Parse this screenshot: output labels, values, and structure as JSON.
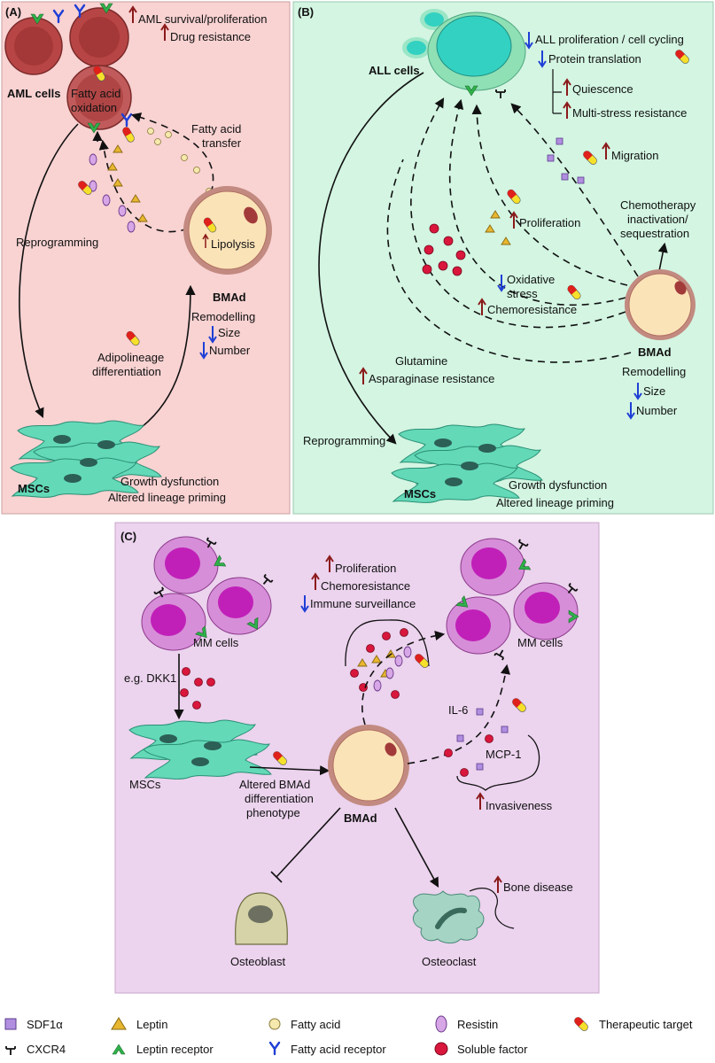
{
  "panel_a": {
    "label": "(A)",
    "aml_effect_1": "AML survival/proliferation",
    "aml_effect_2": "Drug resistance",
    "aml_cells": "AML cells",
    "fao_line1": "Fatty acid",
    "fao_line2": "oxidation",
    "fa_transfer_1": "Fatty acid",
    "fa_transfer_2": "transfer",
    "reprogramming": "Reprogramming",
    "lipolysis": "Lipolysis",
    "bmad": "BMAd",
    "remodelling": "Remodelling",
    "size": "Size",
    "number": "Number",
    "adipo_1": "Adipolineage",
    "adipo_2": "differentiation",
    "mscs": "MSCs",
    "growth_1": "Growth dysfunction",
    "growth_2": "Altered lineage priming"
  },
  "panel_b": {
    "label": "(B)",
    "all_cells": "ALL cells",
    "effect_1": "ALL proliferation / cell cycling",
    "effect_2": "Protein translation",
    "effect_3": "Quiescence",
    "effect_4": "Multi-stress resistance",
    "migration": "Migration",
    "chemo_1": "Chemotherapy",
    "chemo_2": "inactivation/",
    "chemo_3": "sequestration",
    "proliferation": "Proliferation",
    "oxidative_1": "Oxidative",
    "oxidative_2": "stress",
    "chemoresistance": "Chemoresistance",
    "bmad": "BMAd",
    "remodelling": "Remodelling",
    "size": "Size",
    "number": "Number",
    "glutamine": "Glutamine",
    "asparaginase": "Asparaginase resistance",
    "reprogramming": "Reprogramming",
    "mscs": "MSCs",
    "growth_1": "Growth dysfunction",
    "growth_2": "Altered lineage priming"
  },
  "panel_c": {
    "label": "(C)",
    "mm_cells_left": "MM cells",
    "dkk1": "e.g. DKK1",
    "mscs": "MSCs",
    "altered_1": "Altered BMAd",
    "altered_2": "differentiation",
    "altered_3": "phenotype",
    "bmad": "BMAd",
    "effect_1": "Proliferation",
    "effect_2": "Chemoresistance",
    "effect_3": "Immune surveillance",
    "mm_cells_right": "MM cells",
    "il6": "IL-6",
    "mcp1": "MCP-1",
    "invasiveness": "Invasiveness",
    "bone_disease": "Bone disease",
    "osteoblast": "Osteoblast",
    "osteoclast": "Osteoclast"
  },
  "legend": {
    "sdf1a": "SDF1α",
    "cxcr4": "CXCR4",
    "leptin": "Leptin",
    "leptin_receptor": "Leptin receptor",
    "fatty_acid": "Fatty acid",
    "fatty_acid_receptor": "Fatty acid receptor",
    "resistin": "Resistin",
    "soluble_factor": "Soluble factor",
    "therapeutic_target": "Therapeutic target"
  },
  "colors": {
    "panel_a_bg": "#f9d2d2",
    "panel_b_bg": "#d3f5e2",
    "panel_c_bg": "#ecd3ee",
    "up_arrow": "#8b1a1a",
    "down_arrow": "#1f3fd6",
    "msc": "#5fd6b4",
    "bmad_fill": "#fbe3b8",
    "aml_cell": "#b84545",
    "all_cell": "#33d1c1",
    "mm_cell": "#c34fc3",
    "soluble_factor": "#d9163c",
    "sdf1a": "#b18ee0",
    "leptin": "#e8b730",
    "resistin": "#d7a6e6",
    "fatty_acid": "#f6e9ad"
  }
}
